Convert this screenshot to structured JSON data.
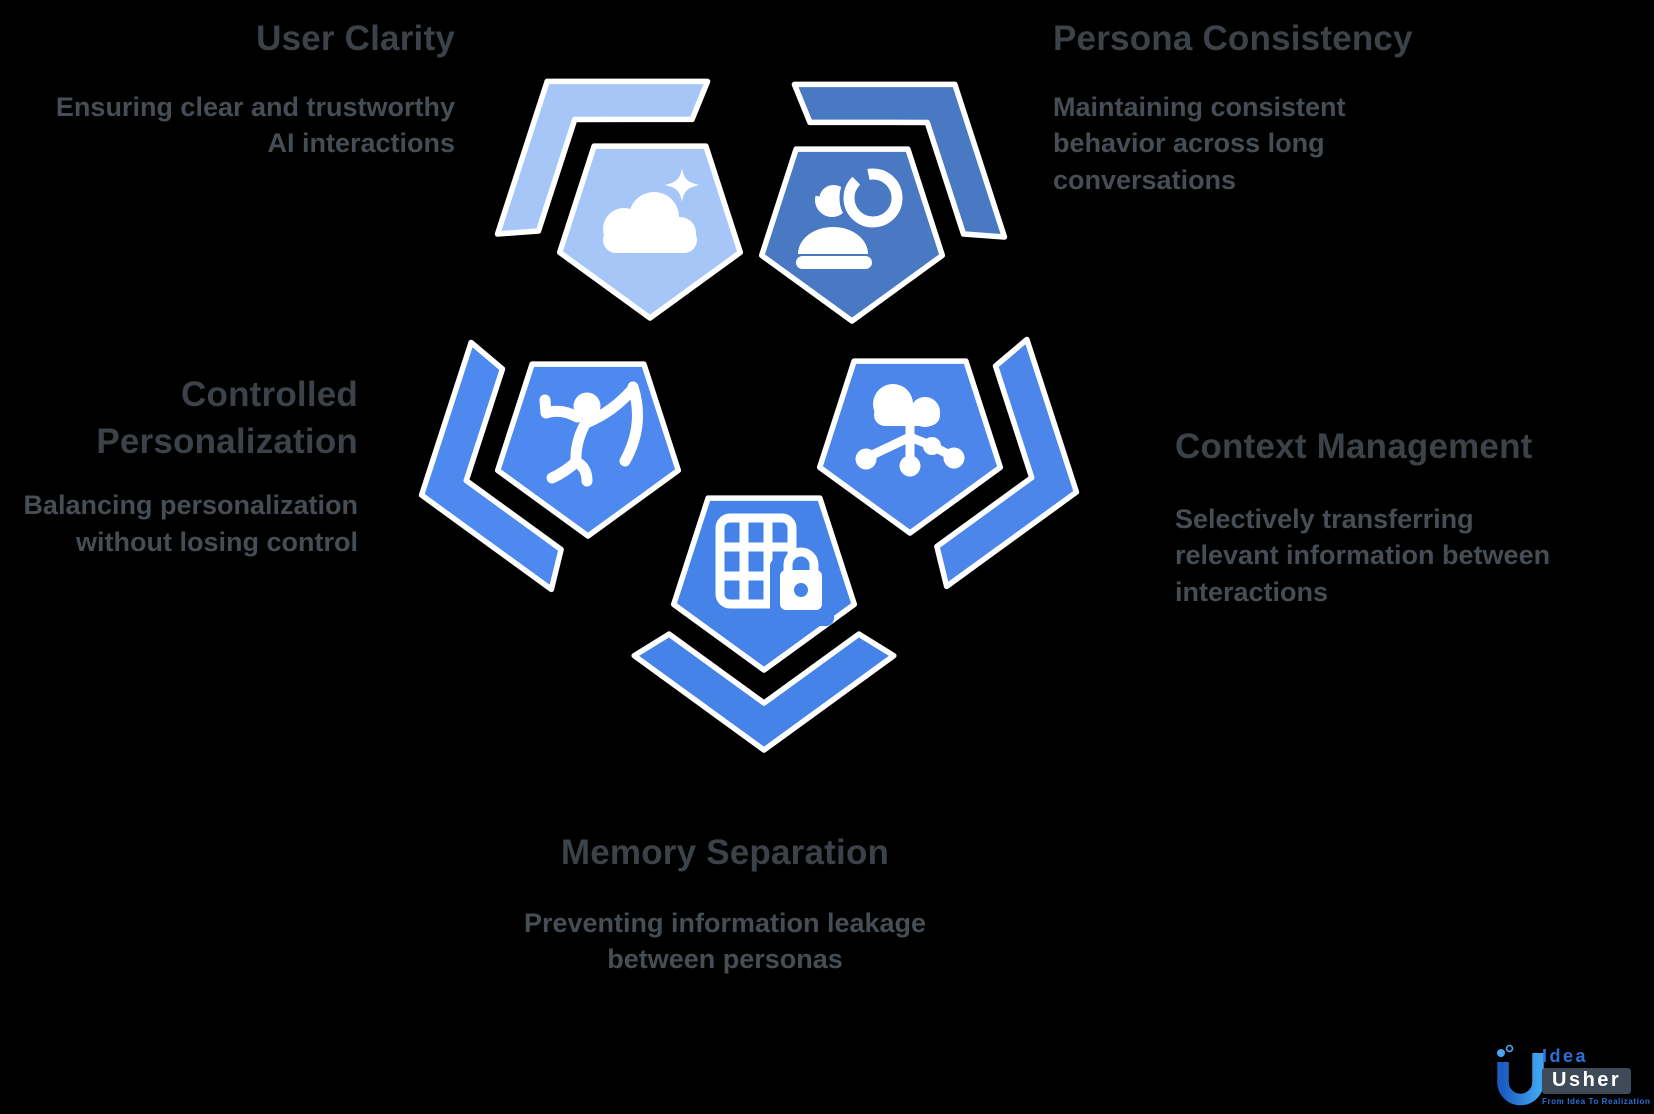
{
  "background_color": "#000000",
  "text_colors": {
    "heading": "#3C4248",
    "body": "#474D54"
  },
  "items": [
    {
      "heading": "User Clarity",
      "description": "Ensuring clear and trustworthy AI interactions",
      "icon": "cloud-sparkle-icon",
      "color": "#A6C6F8"
    },
    {
      "heading": "Persona Consistency",
      "description": "Maintaining consistent behavior across long conversations",
      "icon": "persona-sync-icon",
      "color": "#4979C3"
    },
    {
      "heading": "Controlled Personalization",
      "description": "Balancing personalization without losing control",
      "icon": "climbing-person-icon",
      "color": "#4E89F0"
    },
    {
      "heading": "Context Management",
      "description": "Selectively transferring relevant information between interactions",
      "icon": "cloud-network-icon",
      "color": "#4D86EB"
    },
    {
      "heading": "Memory Separation",
      "description": "Preventing information leakage between personas",
      "icon": "grid-lock-icon",
      "color": "#4583E9"
    }
  ],
  "logo": {
    "brand_top": "Idea",
    "brand_bottom": "Usher",
    "tagline": "From Idea To Realization",
    "accent_blue": "#2E6FD8",
    "box_color": "#3F4A58",
    "mark_dark": "#1C5CC2",
    "mark_light": "#3FA2EE"
  }
}
